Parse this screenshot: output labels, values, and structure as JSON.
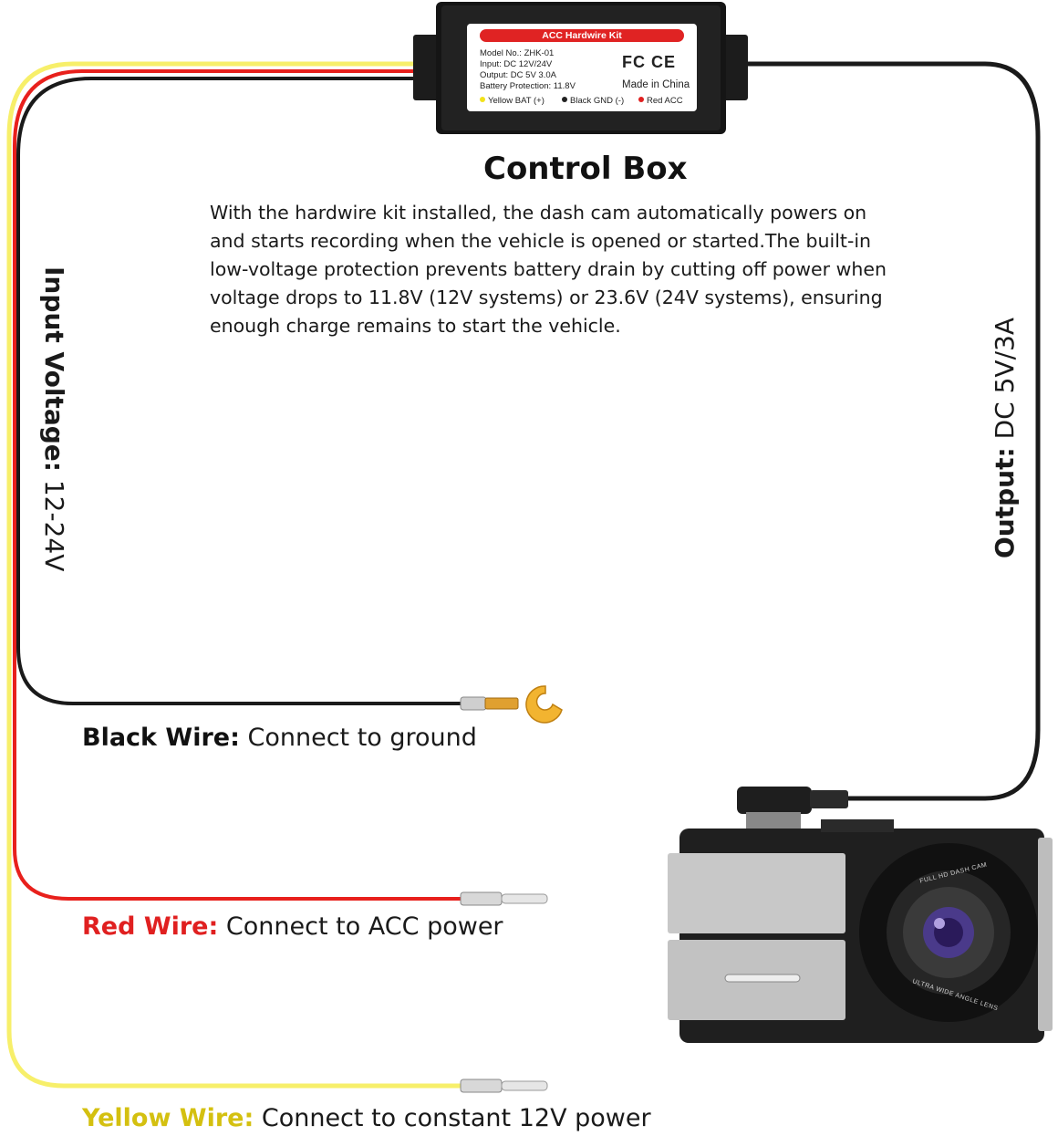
{
  "title": "Control Box",
  "description": [
    "With the hardwire kit installed, the dash cam automatically powers on",
    "and starts recording when the vehicle is opened or started.The built-in",
    "low-voltage protection prevents battery drain by cutting off power when",
    "voltage drops to 11.8V (12V systems) or 23.6V (24V systems), ensuring",
    "enough charge remains to start the vehicle."
  ],
  "control_box": {
    "header": "ACC Hardwire Kit",
    "specs": [
      "Model No.: ZHK-01",
      "Input: DC 12V/24V",
      "Output: DC 5V 3.0A",
      "Battery Protection: 11.8V"
    ],
    "certifications": "FC CE",
    "made_in": "Made in China",
    "legend": [
      {
        "label": "Yellow BAT (+)",
        "color": "#f2e21a"
      },
      {
        "label": "Black GND (-)",
        "color": "#222222"
      },
      {
        "label": "Red ACC",
        "color": "#e02020"
      }
    ]
  },
  "input_voltage": {
    "label": "Input Voltage:",
    "value": "12-24V"
  },
  "output": {
    "label": "Output:",
    "value": "DC 5V/3A"
  },
  "wires": {
    "black": {
      "label": "Black Wire:",
      "text": "Connect to ground",
      "color": "#111111"
    },
    "red": {
      "label": "Red Wire:",
      "text": "Connect to ACC power",
      "color": "#e02020"
    },
    "yellow": {
      "label": "Yellow Wire:",
      "text": "Connect to constant 12V power",
      "color": "#d4c010"
    }
  },
  "camera": {
    "top_text": "FULL HD DASH CAM",
    "bottom_text": "ULTRA WIDE ANGLE LENS"
  },
  "colors": {
    "yellow_wire": "#f7ef6a",
    "red_wire": "#e8201c",
    "black_wire": "#1a1a1a",
    "terminal": "#e8a020"
  }
}
